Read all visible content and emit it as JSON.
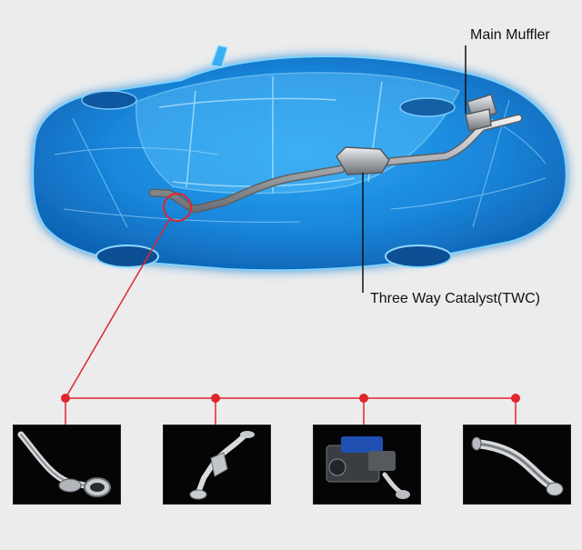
{
  "labels": {
    "main_muffler": "Main Muffler",
    "three_way_catalyst": "Three Way Catalyst(TWC)"
  },
  "colors": {
    "background": "#ececec",
    "car_blue": "#1f8fe0",
    "car_glow": "#5fc6ff",
    "callout_red": "#e0252b",
    "pipe_silver": "#b9bcc0",
    "thumb_bg": "#050505"
  },
  "thumbnails": [
    {
      "name": "downpipe-with-flange",
      "icon": "exhaust-downpipe-icon"
    },
    {
      "name": "catalyst-pipe",
      "icon": "catalyst-pipe-icon"
    },
    {
      "name": "engine-with-manifold",
      "icon": "engine-icon"
    },
    {
      "name": "bent-pipe",
      "icon": "bent-pipe-icon"
    }
  ]
}
